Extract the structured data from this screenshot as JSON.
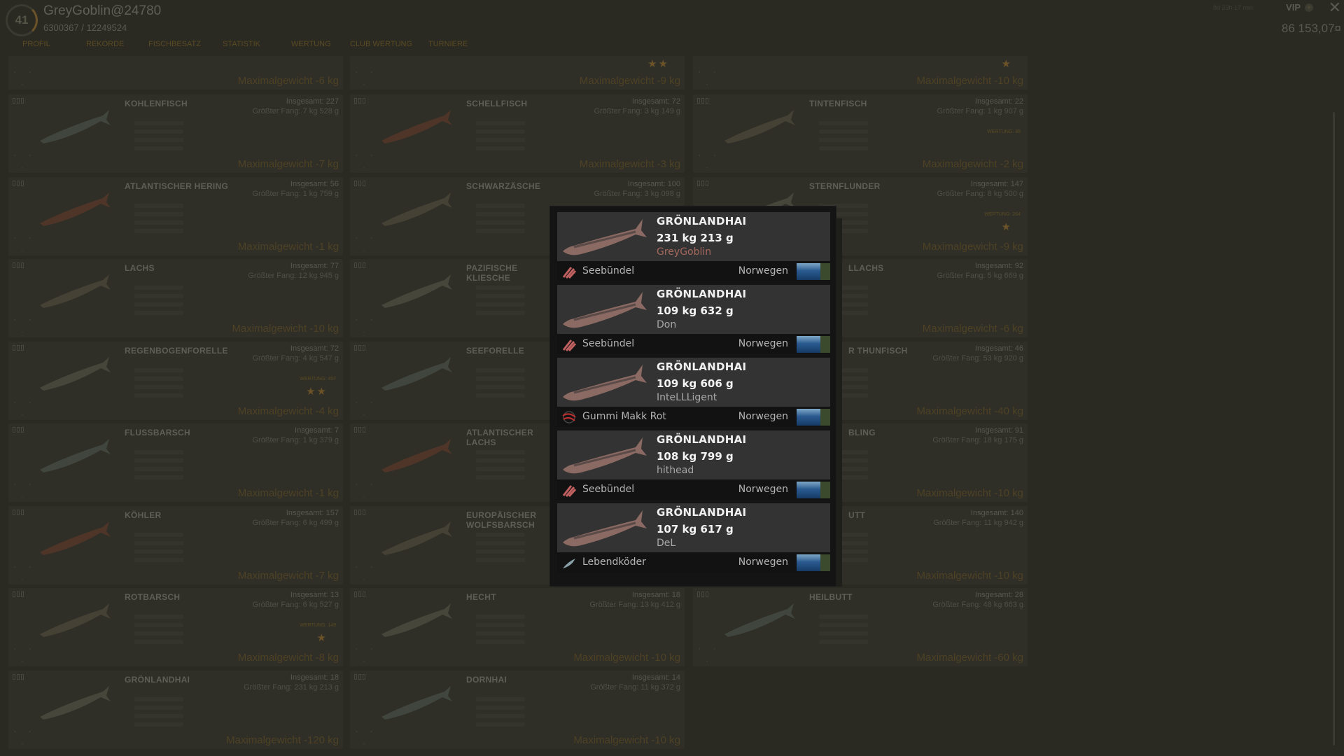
{
  "header": {
    "level": "41",
    "username": "GreyGoblin@24780",
    "xp": "6300367 / 12249524",
    "premium_time": "8d 23h 17 min",
    "vip_label": "VIP",
    "money": "86 153,07¤",
    "tabs": [
      "PROFIL",
      "REKORDE",
      "FISCHBESATZ",
      "STATISTIK",
      "WERTUNG",
      "CLUB WERTUNG",
      "TURNIERE"
    ]
  },
  "colors": {
    "accent": "#6b5228",
    "popup_bg": "#141414",
    "entry_bg": "#333333",
    "own_player": "#a5675c"
  },
  "columns": [
    [
      {
        "name": "",
        "total": "",
        "best": "",
        "maxw": "Maximalgewicht -6 kg",
        "stars": 0,
        "partial": true
      },
      {
        "name": "KOHLENFISCH",
        "total": "Insgesamt: 227",
        "best": "Größter Fang: 7 kg 528 g",
        "maxw": "Maximalgewicht -7 kg",
        "stars": 0
      },
      {
        "name": "ATLANTISCHER HERING",
        "total": "Insgesamt: 56",
        "best": "Größter Fang: 1 kg 759 g",
        "maxw": "Maximalgewicht -1 kg",
        "stars": 0
      },
      {
        "name": "LACHS",
        "total": "Insgesamt: 77",
        "best": "Größter Fang: 12 kg 945 g",
        "maxw": "Maximalgewicht -10 kg",
        "stars": 0
      },
      {
        "name": "REGENBOGENFORELLE",
        "total": "Insgesamt: 72",
        "best": "Größter Fang: 4 kg 547 g",
        "rating": "WERTUNG: 457",
        "maxw": "Maximalgewicht -4 kg",
        "stars": 2
      },
      {
        "name": "FLUSSBARSCH",
        "total": "Insgesamt: 7",
        "best": "Größter Fang: 1 kg 379 g",
        "maxw": "Maximalgewicht -1 kg",
        "stars": 0
      },
      {
        "name": "KÖHLER",
        "total": "Insgesamt: 157",
        "best": "Größter Fang: 6 kg 499 g",
        "maxw": "Maximalgewicht -7 kg",
        "stars": 0
      },
      {
        "name": "ROTBARSCH",
        "total": "Insgesamt: 13",
        "best": "Größter Fang: 6 kg 527 g",
        "rating": "WERTUNG: 149",
        "maxw": "Maximalgewicht -8 kg",
        "stars": 1
      },
      {
        "name": "GRÖNLANDHAI",
        "total": "Insgesamt: 18",
        "best": "Größter Fang: 231 kg 213 g",
        "maxw": "Maximalgewicht -120 kg",
        "stars": 0
      }
    ],
    [
      {
        "name": "",
        "total": "",
        "best": "",
        "maxw": "Maximalgewicht -9 kg",
        "stars": 2,
        "partial": true
      },
      {
        "name": "SCHELLFISCH",
        "total": "Insgesamt: 72",
        "best": "Größter Fang: 3 kg 149 g",
        "maxw": "Maximalgewicht -3 kg",
        "stars": 0
      },
      {
        "name": "SCHWARZÄSCHE",
        "total": "Insgesamt: 100",
        "best": "Größter Fang: 3 kg 098 g",
        "maxw": "",
        "stars": 0
      },
      {
        "name": "PAZIFISCHE KLIESCHE",
        "total": "",
        "best": "",
        "maxw": "",
        "stars": 0
      },
      {
        "name": "SEEFORELLE",
        "total": "",
        "best": "",
        "maxw": "",
        "stars": 0
      },
      {
        "name": "ATLANTISCHER LACHS",
        "total": "",
        "best": "",
        "maxw": "",
        "stars": 0
      },
      {
        "name": "EUROPÄISCHER WOLFSBARSCH",
        "total": "",
        "best": "",
        "maxw": "",
        "stars": 0
      },
      {
        "name": "HECHT",
        "total": "Insgesamt: 18",
        "best": "Größter Fang: 13 kg 412 g",
        "maxw": "Maximalgewicht -10 kg",
        "stars": 0
      },
      {
        "name": "DORNHAI",
        "total": "Insgesamt: 14",
        "best": "Größter Fang: 11 kg 372 g",
        "maxw": "Maximalgewicht -10 kg",
        "stars": 0
      }
    ],
    [
      {
        "name": "",
        "total": "",
        "best": "",
        "maxw": "Maximalgewicht -10 kg",
        "stars": 1,
        "partial": true
      },
      {
        "name": "TINTENFISCH",
        "total": "Insgesamt: 22",
        "best": "Größter Fang: 1 kg 907 g",
        "rating": "WERTUNG: 95",
        "maxw": "Maximalgewicht -2 kg",
        "stars": 0
      },
      {
        "name": "STERNFLUNDER",
        "total": "Insgesamt: 147",
        "best": "Größter Fang: 8 kg 500 g",
        "rating": "WERTUNG: 264",
        "maxw": "Maximalgewicht -9 kg",
        "stars": 1
      },
      {
        "name": "LLACHS",
        "total": "Insgesamt: 92",
        "best": "Größter Fang: 5 kg 669 g",
        "maxw": "Maximalgewicht -6 kg",
        "stars": 0
      },
      {
        "name": "R THUNFISCH",
        "total": "Insgesamt: 46",
        "best": "Größter Fang: 53 kg 920 g",
        "maxw": "Maximalgewicht -40 kg",
        "stars": 0
      },
      {
        "name": "BLING",
        "total": "Insgesamt: 91",
        "best": "Größter Fang: 18 kg 175 g",
        "maxw": "Maximalgewicht -10 kg",
        "stars": 0
      },
      {
        "name": "UTT",
        "total": "Insgesamt: 140",
        "best": "Größter Fang: 11 kg 942 g",
        "maxw": "Maximalgewicht -10 kg",
        "stars": 0
      },
      {
        "name": "HEILBUTT",
        "total": "Insgesamt: 28",
        "best": "Größter Fang: 48 kg 663 g",
        "maxw": "Maximalgewicht -60 kg",
        "stars": 0
      }
    ]
  ],
  "popup": {
    "entries": [
      {
        "fish": "GRÖNLANDHAI",
        "weight": "231 kg 213 g",
        "player": "GreyGoblin",
        "own": true,
        "bait": "Seebündel",
        "bait_icon": "seebundel",
        "location": "Norwegen"
      },
      {
        "fish": "GRÖNLANDHAI",
        "weight": "109 kg 632 g",
        "player": "Don",
        "own": false,
        "bait": "Seebündel",
        "bait_icon": "seebundel",
        "location": "Norwegen"
      },
      {
        "fish": "GRÖNLANDHAI",
        "weight": "109 kg 606 g",
        "player": "InteLLLigent",
        "own": false,
        "bait": "Gummi Makk Rot",
        "bait_icon": "gummi",
        "location": "Norwegen"
      },
      {
        "fish": "GRÖNLANDHAI",
        "weight": "108 kg 799 g",
        "player": "hithead",
        "own": false,
        "bait": "Seebündel",
        "bait_icon": "seebundel",
        "location": "Norwegen"
      },
      {
        "fish": "GRÖNLANDHAI",
        "weight": "107 kg 617 g",
        "player": "DeL",
        "own": false,
        "bait": "Lebendköder",
        "bait_icon": "livebait",
        "location": "Norwegen"
      }
    ]
  }
}
